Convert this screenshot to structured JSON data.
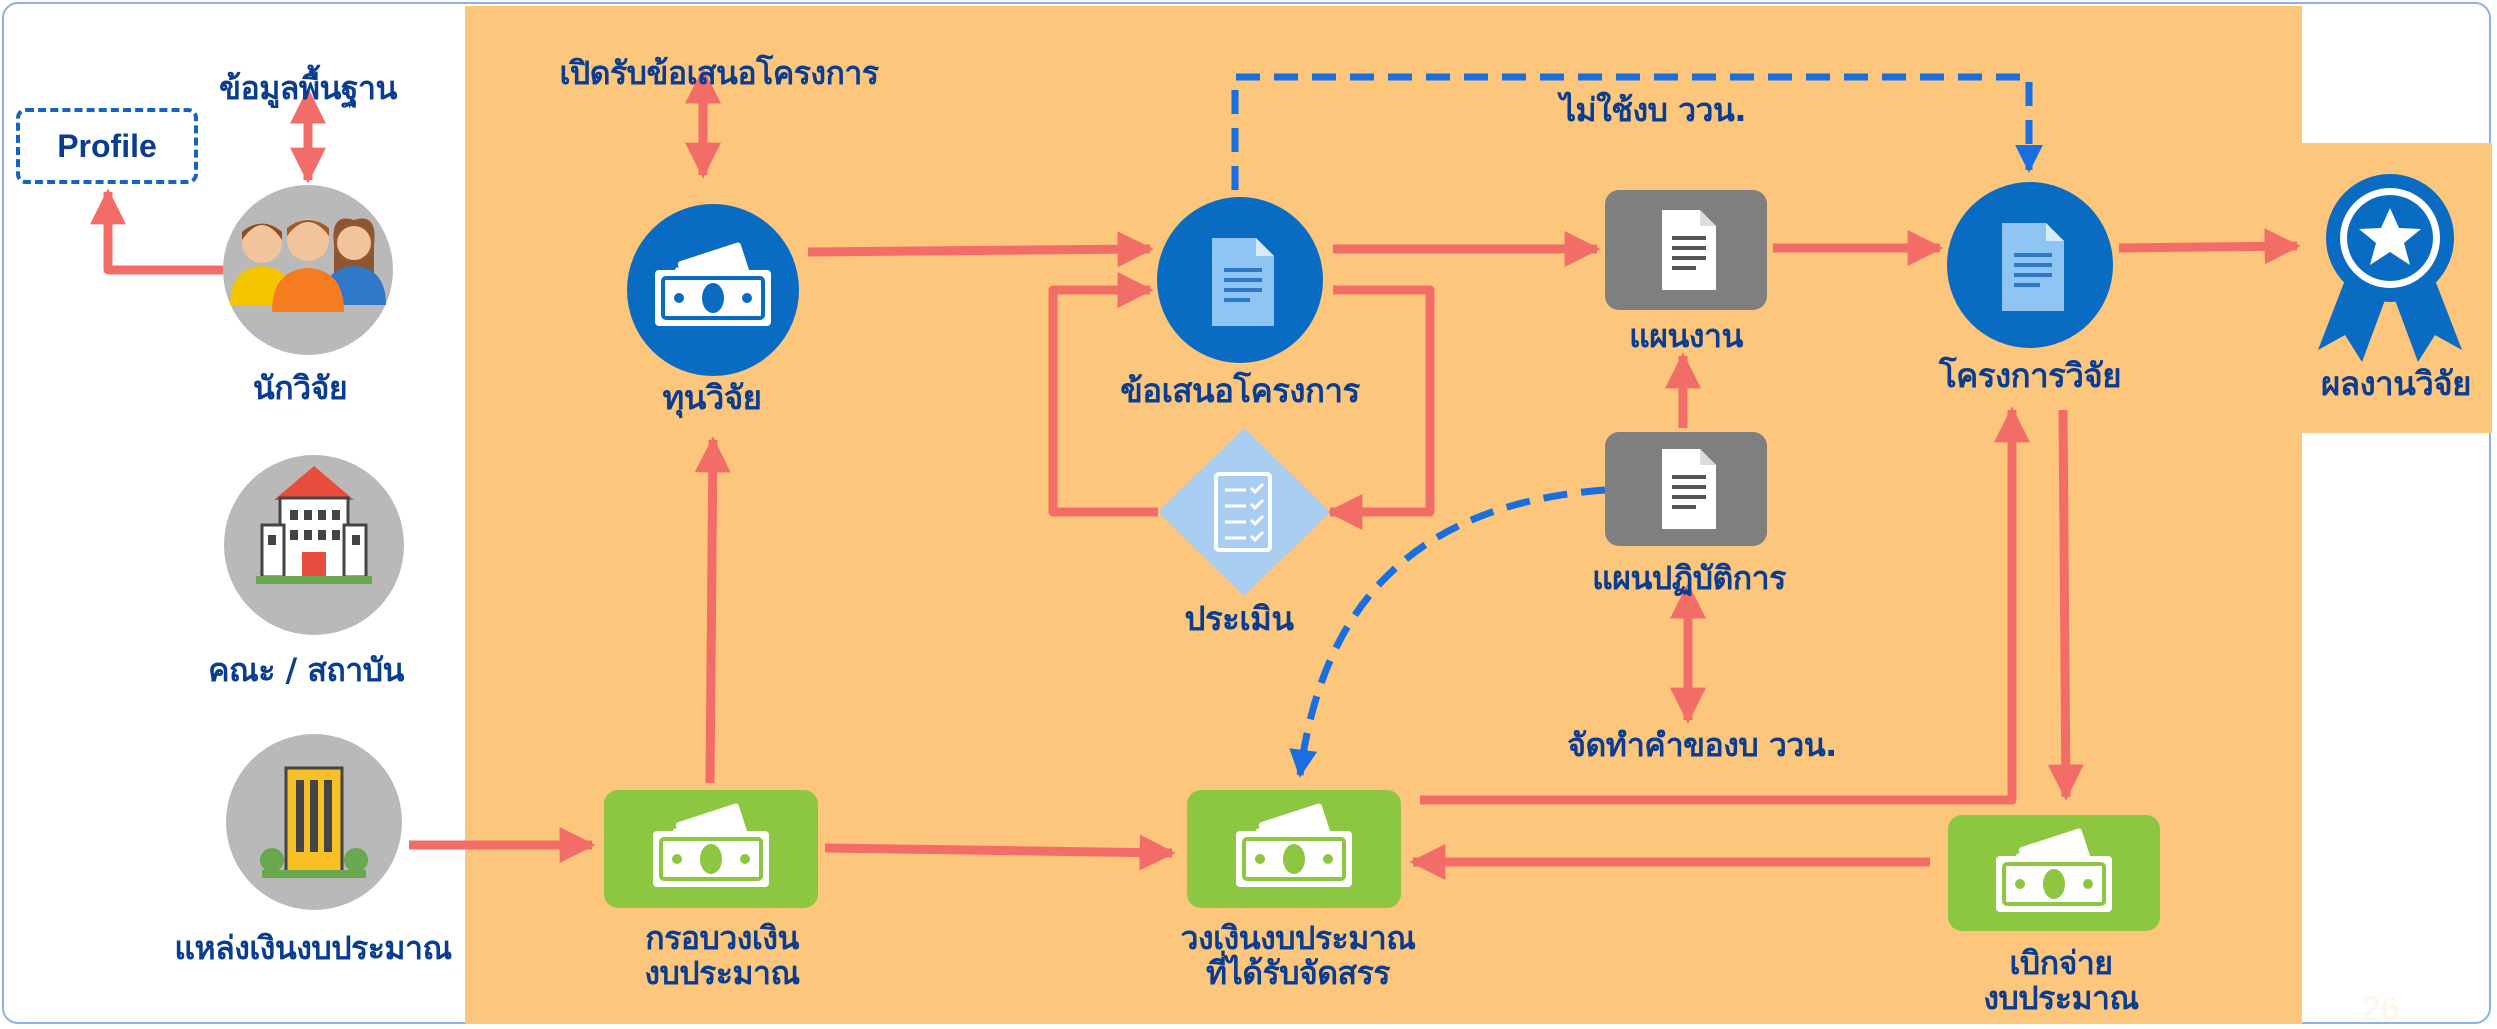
{
  "profile": {
    "label": "Profile"
  },
  "actors": {
    "basic_data": "ข้อมูลพื้นฐาน",
    "researcher": "นักวิจัย",
    "faculty": "คณะ / สถาบัน",
    "budget_source": "แหล่งเงินงบประมาณ"
  },
  "process": {
    "call_for_proposals": "เปิดรับข้อเสนอโครงการ",
    "research_fund": "ทุนวิจัย",
    "proposal": "ข้อเสนอโครงการ",
    "evaluation": "ประเมิน",
    "plan": "แผนงาน",
    "action_plan": "แผนปฏิบัติการ",
    "not_using_budget": "ไม่ใช้งบ ววน.",
    "budget_request": "จัดทำคำของบ ววน.",
    "research_project": "โครงการวิจัย",
    "research_output": "ผลงานวิจัย",
    "budget_framework_line1": "กรอบวงเงิน",
    "budget_framework_line2": "งบประมาณ",
    "allocated_budget_line1": "วงเงินงบประมาณ",
    "allocated_budget_line2": "ที่ได้รับจัดสรร",
    "disbursement_line1": "เบิกจ่าย",
    "disbursement_line2": "งบประมาณ"
  },
  "slide": {
    "page_number": "26"
  },
  "colors": {
    "background": "#fcc67d",
    "arrow": "#f26d68",
    "dashed_arrow": "#1a6fe0",
    "node_blue": "#0a6bc2",
    "node_gray": "#7f7f7f",
    "node_green": "#8dc641",
    "actor_circle": "#b9b9b9",
    "text": "#0a3d8f"
  },
  "icons": {
    "researcher": "people-group-icon",
    "faculty": "school-building-icon",
    "budget_source": "office-building-icon",
    "research_fund": "money-icon",
    "proposal": "document-icon",
    "evaluation": "checklist-icon",
    "plan": "document-icon",
    "action_plan": "document-icon",
    "research_project": "document-icon",
    "research_output": "award-ribbon-icon",
    "budget_framework": "money-icon",
    "allocated_budget": "money-icon",
    "disbursement": "money-icon"
  }
}
